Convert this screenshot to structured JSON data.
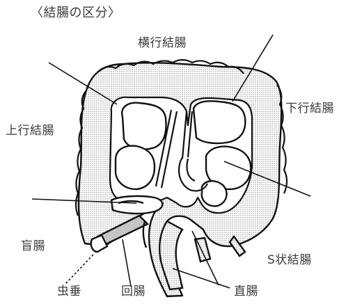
{
  "title": "〈結腸の区分〉",
  "labels": {
    "transverse_colon": "横行結腸",
    "descending_colon": "下行結腸",
    "ascending_colon": "上行結腸",
    "cecum": "盲腸",
    "sigmoid_colon": "S状結腸",
    "appendix": "虫垂",
    "ileum": "回腸",
    "rectum": "直腸"
  },
  "colors": {
    "text": "#3a3a3a",
    "stroke": "#111111",
    "stipple": "#9a9a9a",
    "fill": "#ffffff"
  }
}
